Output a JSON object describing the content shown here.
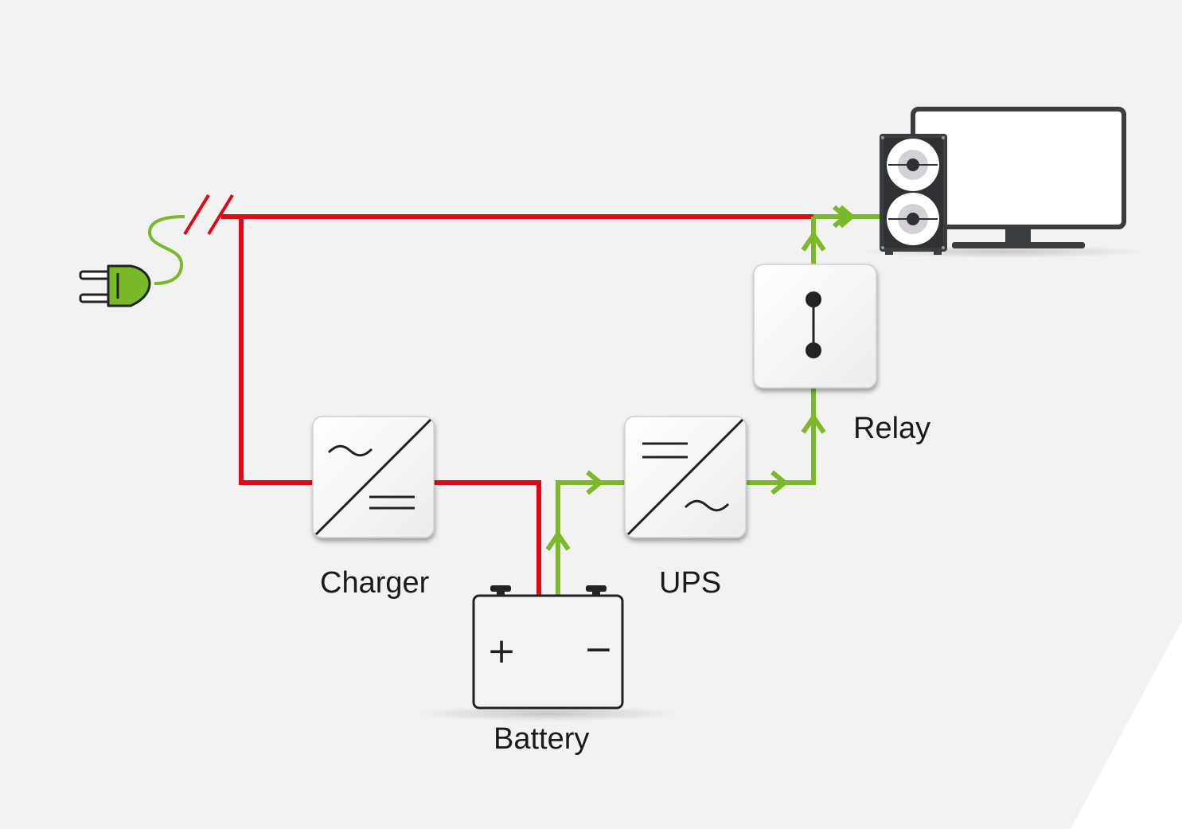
{
  "diagram": {
    "labels": {
      "charger": "Charger",
      "ups": "UPS",
      "relay": "Relay",
      "battery": "Battery"
    },
    "battery_terminals": {
      "positive": "+",
      "negative": "−"
    }
  },
  "colors": {
    "background": "#f1f2f1",
    "mains_line": "#e30613",
    "backup_line": "#7ab929",
    "plug": "#7ab929",
    "device_dark": "#3a3e41",
    "box_fill": "#f7f7f7",
    "outline": "#2a2a2a"
  }
}
